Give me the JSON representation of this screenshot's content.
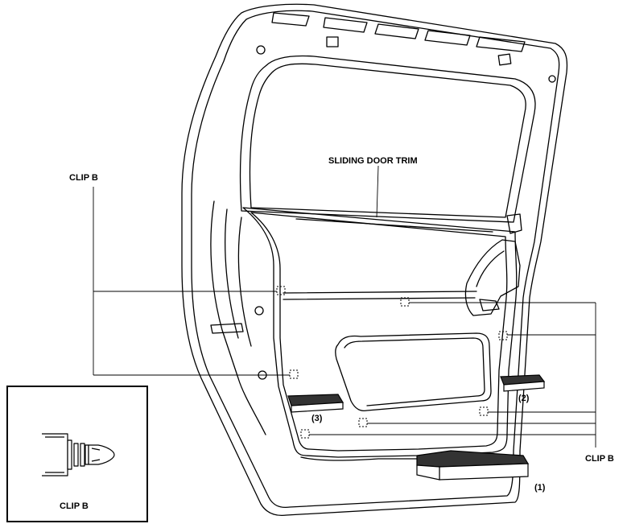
{
  "labels": {
    "sliding_door_trim": "SLIDING DOOR TRIM",
    "clip_b_left": "CLIP B",
    "clip_b_right": "CLIP B",
    "clip_b_inset": "CLIP B",
    "callout_1": "(1)",
    "callout_2": "(2)",
    "callout_3": "(3)"
  }
}
